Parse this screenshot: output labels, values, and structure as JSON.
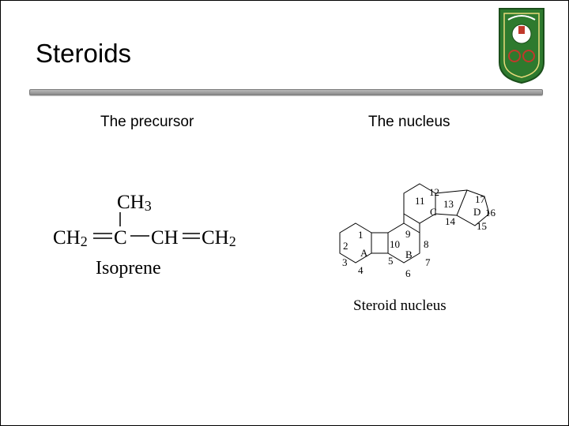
{
  "slide": {
    "title": "Steroids",
    "left_label": "The precursor",
    "right_label": "The nucleus"
  },
  "isoprene": {
    "ch3_label": "CH",
    "ch3_sub": "3",
    "ch2_left": "CH",
    "ch2_left_sub": "2",
    "c_center": "C",
    "ch_group": "CH",
    "ch2_right": "CH",
    "ch2_right_sub": "2",
    "name": "Isoprene"
  },
  "steroid": {
    "ring_labels": [
      "A",
      "B",
      "C",
      "D"
    ],
    "numbers": [
      "1",
      "2",
      "3",
      "4",
      "5",
      "6",
      "7",
      "8",
      "9",
      "10",
      "11",
      "12",
      "13",
      "14",
      "15",
      "16",
      "17"
    ],
    "caption": "Steroid nucleus"
  },
  "colors": {
    "logo_green": "#2e7a2e",
    "logo_dark": "#1b4e1b",
    "accent_red": "#c0392b"
  }
}
